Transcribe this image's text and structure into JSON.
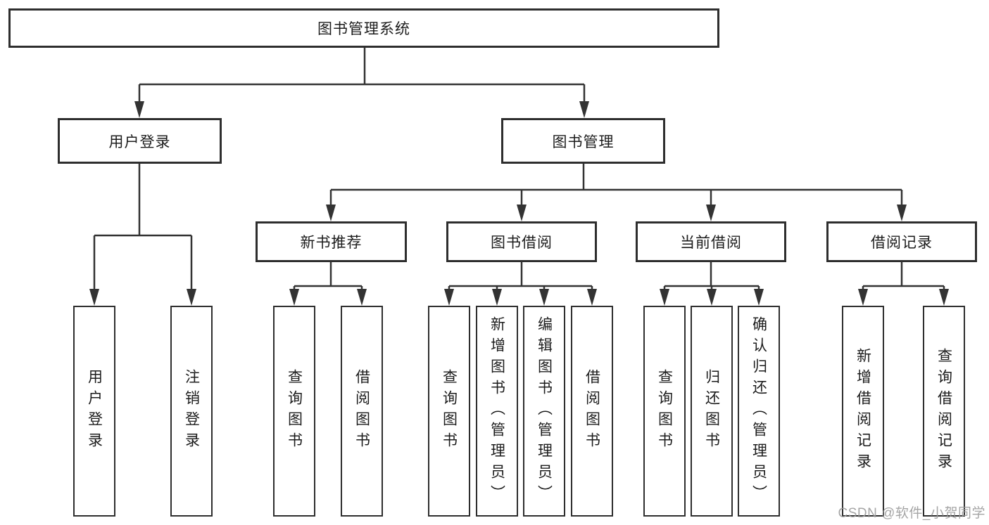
{
  "title": "图书管理系统",
  "watermark": "CSDN @软件_小贺同学",
  "colors": {
    "line": "#333333",
    "border": "#2e2e2e",
    "text": "#1c1c1c",
    "watermark": "#9c9c9c",
    "background": "#ffffff"
  },
  "tree": {
    "root": {
      "label": "图书管理系统"
    },
    "branches": [
      {
        "label": "用户登录",
        "children": [
          {
            "label": "用户登录"
          },
          {
            "label": "注销登录"
          }
        ]
      },
      {
        "label": "图书管理",
        "children": [
          {
            "label": "新书推荐",
            "children": [
              {
                "label": "查询图书"
              },
              {
                "label": "借阅图书"
              }
            ]
          },
          {
            "label": "图书借阅",
            "children": [
              {
                "label": "查询图书"
              },
              {
                "label": "新增图书（管理员）"
              },
              {
                "label": "编辑图书（管理员）"
              },
              {
                "label": "借阅图书"
              }
            ]
          },
          {
            "label": "当前借阅",
            "children": [
              {
                "label": "查询图书"
              },
              {
                "label": "归还图书"
              },
              {
                "label": "确认归还（管理员）"
              }
            ]
          },
          {
            "label": "借阅记录",
            "children": [
              {
                "label": "新增借阅记录"
              },
              {
                "label": "查询借阅记录"
              }
            ]
          }
        ]
      }
    ]
  }
}
